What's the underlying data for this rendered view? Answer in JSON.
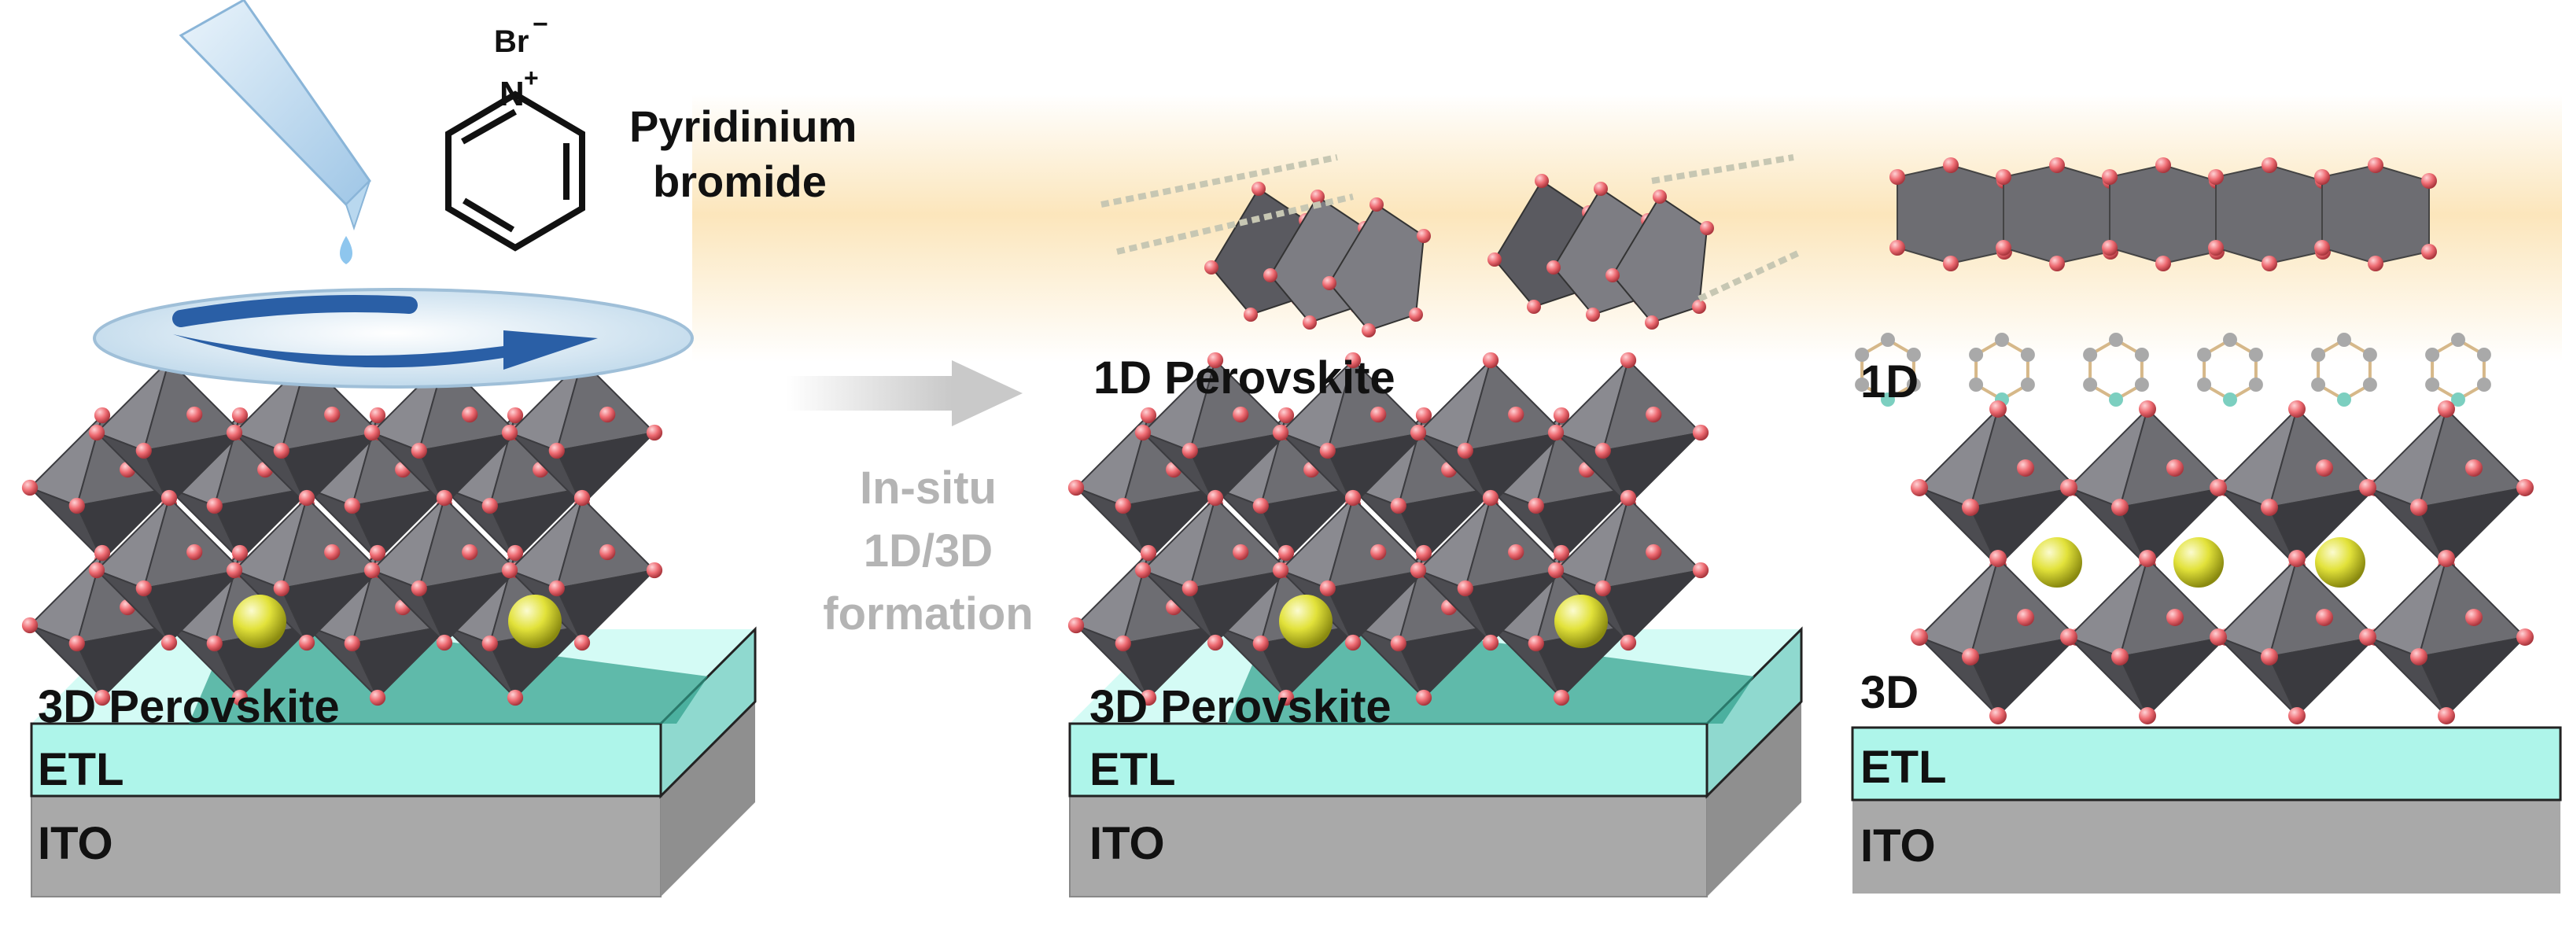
{
  "molecule": {
    "counter_ion": "Br",
    "counter_charge": "−",
    "nitrogen": "N",
    "nitrogen_charge": "+",
    "name_line1": "Pyridinium",
    "name_line2": "bromide"
  },
  "process": {
    "line1": "In-situ",
    "line2": "1D/3D",
    "line3": "formation"
  },
  "panel1": {
    "perovskite": "3D Perovskite",
    "etl": "ETL",
    "ito": "ITO"
  },
  "panel2": {
    "top_perovskite": "1D Perovskite",
    "perovskite": "3D Perovskite",
    "etl": "ETL",
    "ito": "ITO"
  },
  "panel3": {
    "label_1d": "1D",
    "label_3d": "3D",
    "etl": "ETL",
    "ito": "ITO"
  },
  "colors": {
    "etl": "#aef5ea",
    "ito": "#a9a9a9",
    "octahedron": "#6d6d72",
    "halide_atom": "#ee6b72",
    "cation_atom": "#dede2a",
    "glow": "#fbe3b4",
    "spin_disk": "#dcecf6",
    "spin_arrow": "#2a5fa6",
    "text": "#111111",
    "process_text": "#b4b4b4"
  }
}
